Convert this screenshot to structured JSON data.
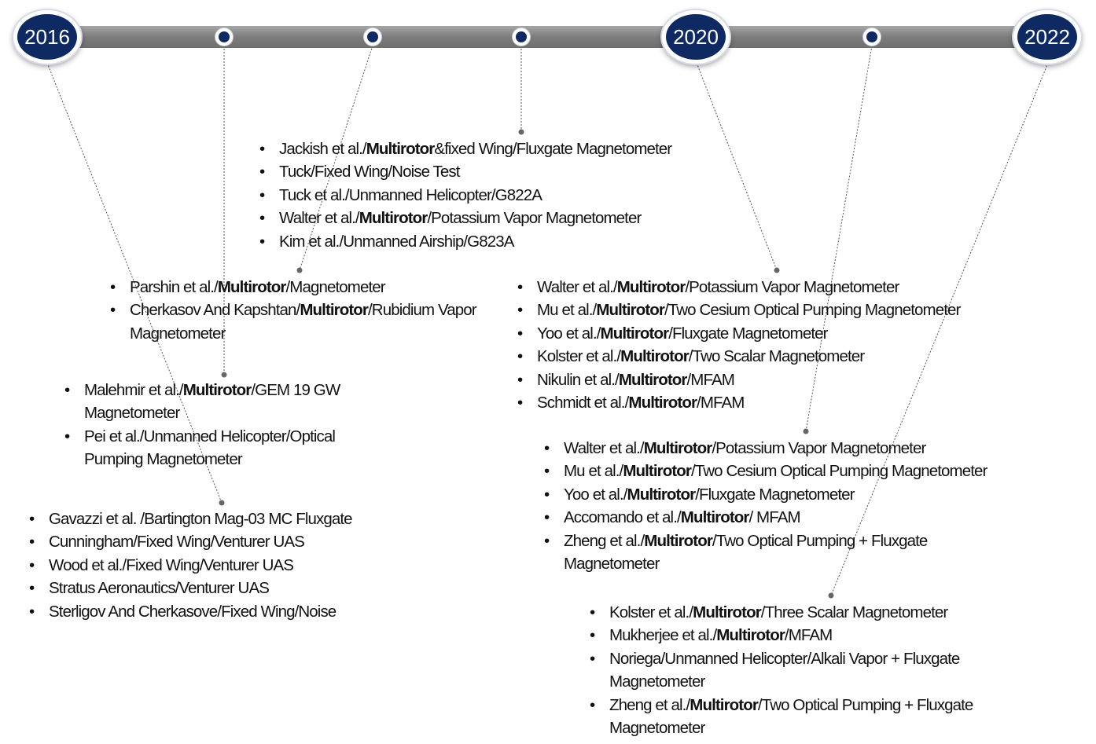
{
  "timeline": {
    "years": [
      {
        "label": "2016"
      },
      {
        "label": "2020"
      },
      {
        "label": "2022"
      }
    ]
  },
  "groups": [
    {
      "items": [
        {
          "a": "Jackish et al./",
          "b": "Multirotor",
          "c": "&fixed  Wing/Fluxgate Magnetometer"
        },
        {
          "a": "Tuck/Fixed  Wing/Noise Test",
          "b": "",
          "c": ""
        },
        {
          "a": "Tuck et al./Unmanned Helicopter/G822A",
          "b": "",
          "c": ""
        },
        {
          "a": "Walter et al./",
          "b": "Multirotor",
          "c": "/Potassium  Vapor Magnetometer"
        },
        {
          "a": "Kim et al./Unmanned Airship/G823A",
          "b": "",
          "c": ""
        }
      ]
    },
    {
      "items": [
        {
          "a": "Parshin et al./",
          "b": "Multirotor",
          "c": "/Magnetometer"
        },
        {
          "a": "Cherkasov And Kapshtan/",
          "b": "Multirotor",
          "c": "/Rubidium Vapor Magnetometer"
        }
      ]
    },
    {
      "items": [
        {
          "a": "Malehmir et al./",
          "b": "Multirotor",
          "c": "/GEM  19 GW Magnetometer"
        },
        {
          "a": "Pei et al./Unmanned Helicopter/Optical Pumping Magnetometer",
          "b": "",
          "c": ""
        }
      ]
    },
    {
      "items": [
        {
          "a": "Gavazzi  et al. /Bartington Mag-03 MC Fluxgate",
          "b": "",
          "c": ""
        },
        {
          "a": "Cunningham/Fixed Wing/Venturer UAS",
          "b": "",
          "c": ""
        },
        {
          "a": "Wood et al./Fixed  Wing/Venturer UAS",
          "b": "",
          "c": ""
        },
        {
          "a": "Stratus Aeronautics/Venturer  UAS",
          "b": "",
          "c": ""
        },
        {
          "a": "Sterligov And Cherkasove/Fixed  Wing/Noise",
          "b": "",
          "c": ""
        }
      ]
    },
    {
      "items": [
        {
          "a": "Walter et al./",
          "b": "Multirotor",
          "c": "/Potassium  Vapor Magnetometer"
        },
        {
          "a": "Mu et al./",
          "b": "Multirotor",
          "c": "/Two  Cesium Optical Pumping Magnetometer"
        },
        {
          "a": "Yoo et al./",
          "b": "Multirotor",
          "c": "/Fluxgate  Magnetometer"
        },
        {
          "a": "Kolster et al./",
          "b": "Multirotor",
          "c": "/Two  Scalar Magnetometer"
        },
        {
          "a": "Nikulin et al./",
          "b": "Multirotor",
          "c": "/MFAM"
        },
        {
          "a": "Schmidt et al./",
          "b": "Multirotor",
          "c": "/MFAM"
        }
      ]
    },
    {
      "items": [
        {
          "a": "Walter et al./",
          "b": "Multirotor",
          "c": "/Potassium  Vapor Magnetometer"
        },
        {
          "a": "Mu et al./",
          "b": "Multirotor",
          "c": "/Two  Cesium Optical Pumping Magnetometer"
        },
        {
          "a": "Yoo et al./",
          "b": "Multirotor",
          "c": "/Fluxgate  Magnetometer"
        },
        {
          "a": "Accomando et al./",
          "b": "Multirotor",
          "c": "/  MFAM"
        },
        {
          "a": "Zheng et al./",
          "b": "Multirotor",
          "c": "/Two  Optical Pumping + Fluxgate Magnetometer"
        }
      ]
    },
    {
      "items": [
        {
          "a": "Kolster et al./",
          "b": "Multirotor",
          "c": "/Three  Scalar Magnetometer"
        },
        {
          "a": "Mukherjee et al./",
          "b": "Multirotor",
          "c": "/MFAM"
        },
        {
          "a": "Noriega/Unmanned Helicopter/Alkali Vapor + Fluxgate Magnetometer",
          "b": "",
          "c": ""
        },
        {
          "a": "Zheng et al./",
          "b": "Multirotor",
          "c": "/Two  Optical Pumping + Fluxgate Magnetometer"
        }
      ]
    }
  ],
  "colors": {
    "node_fill": "#0f2a62",
    "bar": "#808080",
    "connector": "#555555"
  }
}
